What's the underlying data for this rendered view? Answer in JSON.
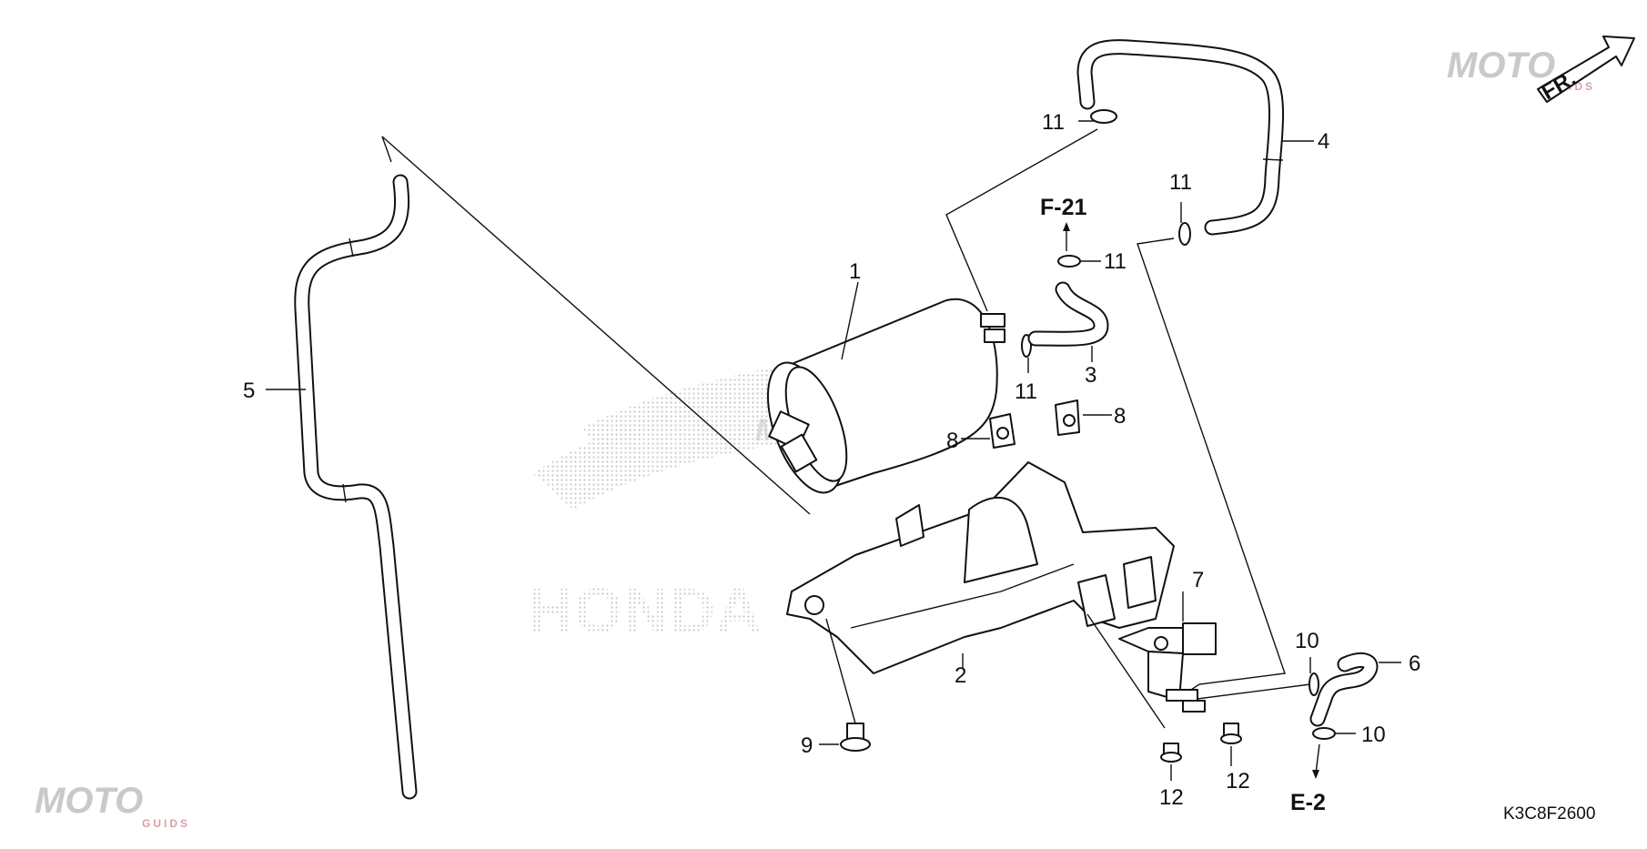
{
  "callouts": {
    "c1": "1",
    "c2": "2",
    "c3": "3",
    "c4": "4",
    "c5": "5",
    "c6": "6",
    "c7": "7",
    "c8a": "8",
    "c8b": "8",
    "c9": "9",
    "c10a": "10",
    "c10b": "10",
    "c11a": "11",
    "c11b": "11",
    "c11c": "11",
    "c11d": "11",
    "c12a": "12",
    "c12b": "12"
  },
  "refs": {
    "f21": "F-21",
    "e2": "E-2"
  },
  "direction": "FR.",
  "diagram_code": "K3C8F2600",
  "watermark": {
    "main": "MOTO",
    "sub": "GUIDS",
    "brand": "HONDA"
  }
}
